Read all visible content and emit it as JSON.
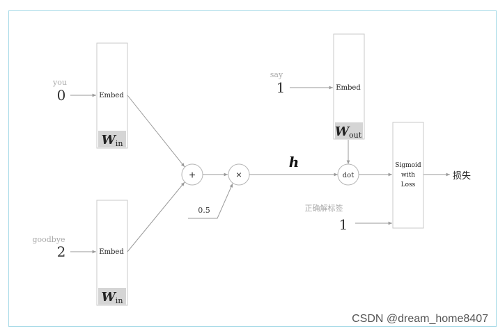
{
  "inputs": {
    "you": {
      "word": "you",
      "id": "0"
    },
    "goodbye": {
      "word": "goodbye",
      "id": "2"
    },
    "say": {
      "word": "say",
      "id": "1"
    }
  },
  "embed_label": "Embed",
  "weights": {
    "w_in": {
      "main": "W",
      "sub": "in"
    },
    "w_out": {
      "main": "W",
      "sub": "out"
    }
  },
  "ops": {
    "plus": "+",
    "times": "×",
    "dot": "dot"
  },
  "scalar": "0.5",
  "hidden_label": "h",
  "sigmoid_loss": {
    "line1": "Sigmoid",
    "line2": "with",
    "line3": "Loss"
  },
  "output_label": "损失",
  "correct_label": {
    "text": "正确解标签",
    "value": "1"
  },
  "watermark": "CSDN @dream_home8407",
  "colors": {
    "line": "#9a9a9a",
    "box_border": "#c8c8c8",
    "weight_bg": "#d5d5d5",
    "faint_text": "#a9a9a9",
    "frame": "#a9dbe8"
  }
}
